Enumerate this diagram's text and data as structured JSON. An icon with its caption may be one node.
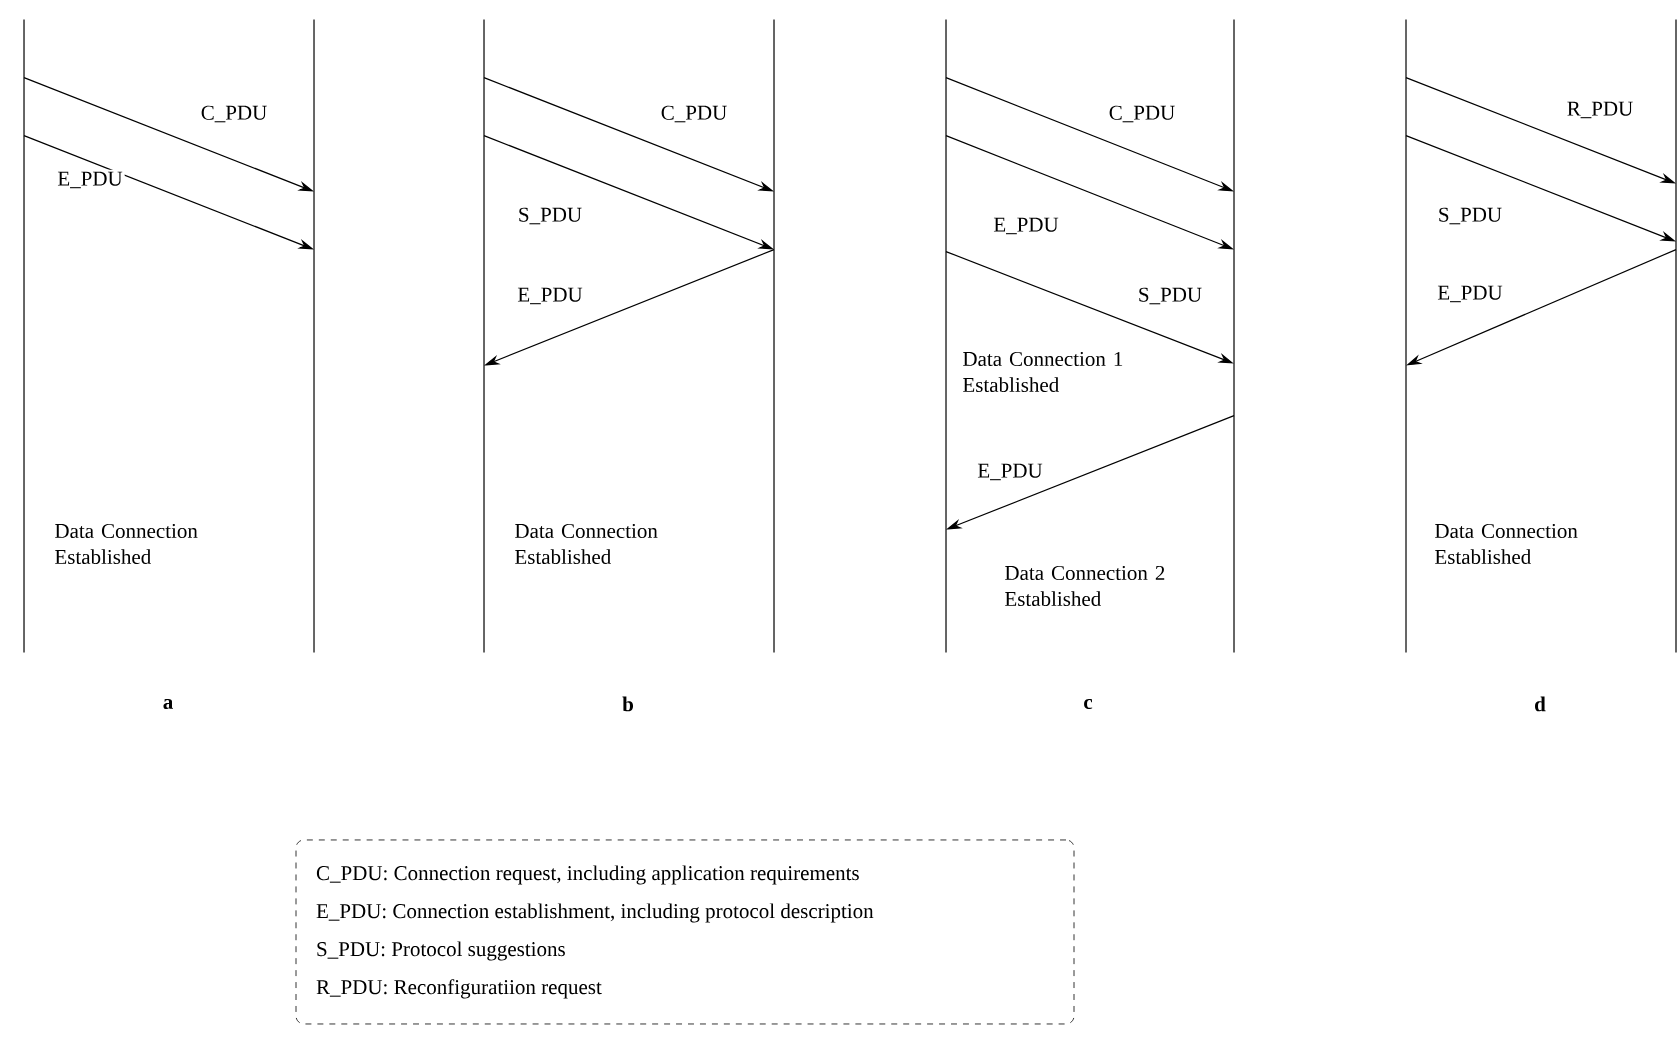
{
  "diagram": {
    "nodes": [
      {
        "text": [],
        "shape": "line"
      },
      {
        "text": [],
        "shape": "line"
      },
      {
        "text": [],
        "shape": "line"
      },
      {
        "text": [],
        "shape": "line"
      },
      {
        "text": [],
        "shape": "line"
      },
      {
        "text": [],
        "shape": "line"
      },
      {
        "text": [],
        "shape": "line"
      },
      {
        "text": [],
        "shape": "line"
      },
      {
        "text": [
          "C_PDU: Connection request, including application requirements",
          "E_PDU: Connection establishment, including protocol description",
          "S_PDU: Protocol suggestions",
          "R_PDU: Reconfiguratiion request"
        ]
      }
    ],
    "edges": [
      {
        "from": 0,
        "to": 1,
        "arrow": "to",
        "label": "C_PDU"
      },
      {
        "from": 0,
        "to": 1,
        "arrow": "to",
        "label": "E_PDU"
      },
      {
        "from": 2,
        "to": 3,
        "arrow": "to",
        "label": "C_PDU"
      },
      {
        "from": 2,
        "to": 3,
        "arrow": "to",
        "label": "S_PDU"
      },
      {
        "from": 3,
        "to": 2,
        "arrow": "to",
        "label": "E_PDU"
      },
      {
        "from": 4,
        "to": 5,
        "arrow": "to",
        "label": "C_PDU"
      },
      {
        "from": 4,
        "to": 5,
        "arrow": "to",
        "label": "E_PDU"
      },
      {
        "from": 4,
        "to": 5,
        "arrow": "to",
        "label": "S_PDU"
      },
      {
        "from": 5,
        "to": 4,
        "arrow": "to",
        "label": "E_PDU"
      },
      {
        "from": 6,
        "to": 7,
        "arrow": "to",
        "label": "R_PDU"
      },
      {
        "from": 6,
        "to": 7,
        "arrow": "to",
        "label": "S_PDU"
      },
      {
        "from": 7,
        "to": 6,
        "arrow": "to",
        "label": "E_PDU"
      }
    ],
    "labels": [
      "Data Connection Established",
      "Data Connection Established",
      "Data Connection 1 Established",
      "Data Connection 2 Established",
      "Data Connection Established",
      "a",
      "b",
      "c",
      "d"
    ]
  }
}
